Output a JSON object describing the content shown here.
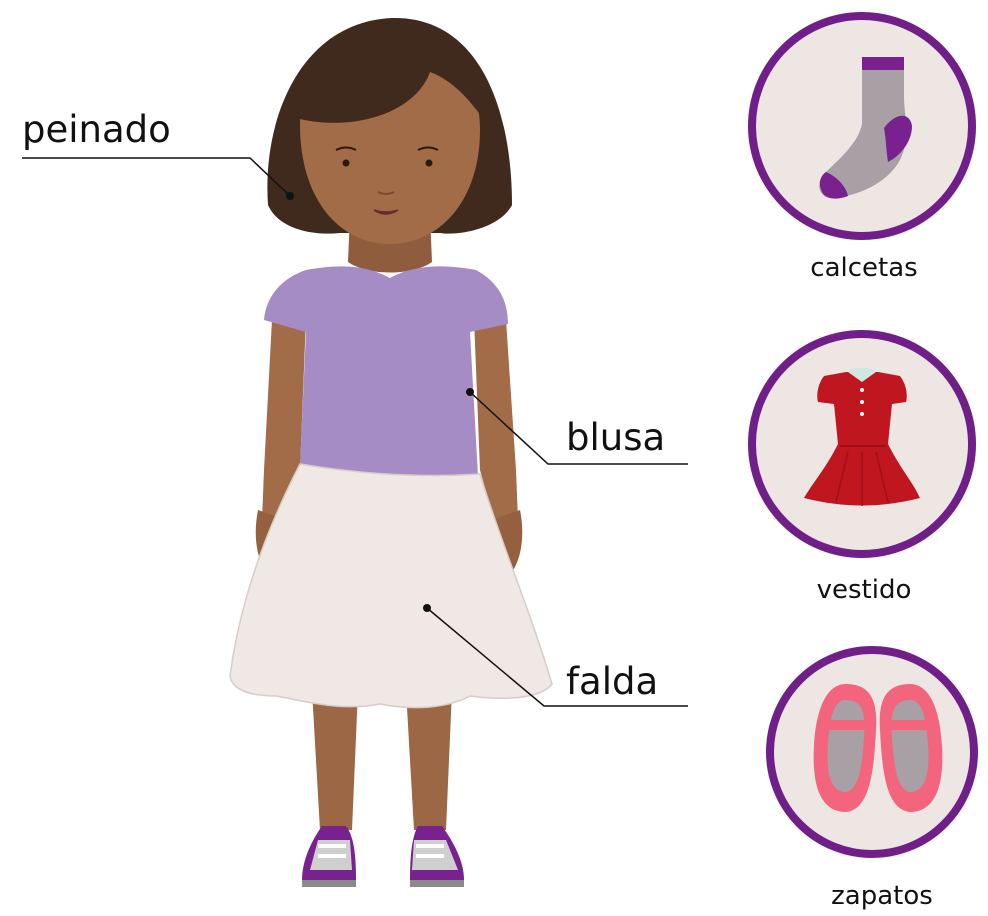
{
  "labels": {
    "hair": "peinado",
    "blouse": "blusa",
    "skirt": "falda"
  },
  "items": [
    {
      "name": "calcetas",
      "icon": "sock-icon"
    },
    {
      "name": "vestido",
      "icon": "dress-icon"
    },
    {
      "name": "zapatos",
      "icon": "shoes-icon"
    }
  ],
  "colors": {
    "hair": "#3f2a1d",
    "skin": "#a26c48",
    "blouse": "#a58cc4",
    "skirt": "#efe8e5",
    "shoes": "#7a2190",
    "circle_ring": "#6f1f87",
    "circle_fill": "#ede6e3",
    "dress": "#c0161f",
    "pink_shoes": "#f2657c",
    "sock_gray": "#a9a0a6"
  }
}
